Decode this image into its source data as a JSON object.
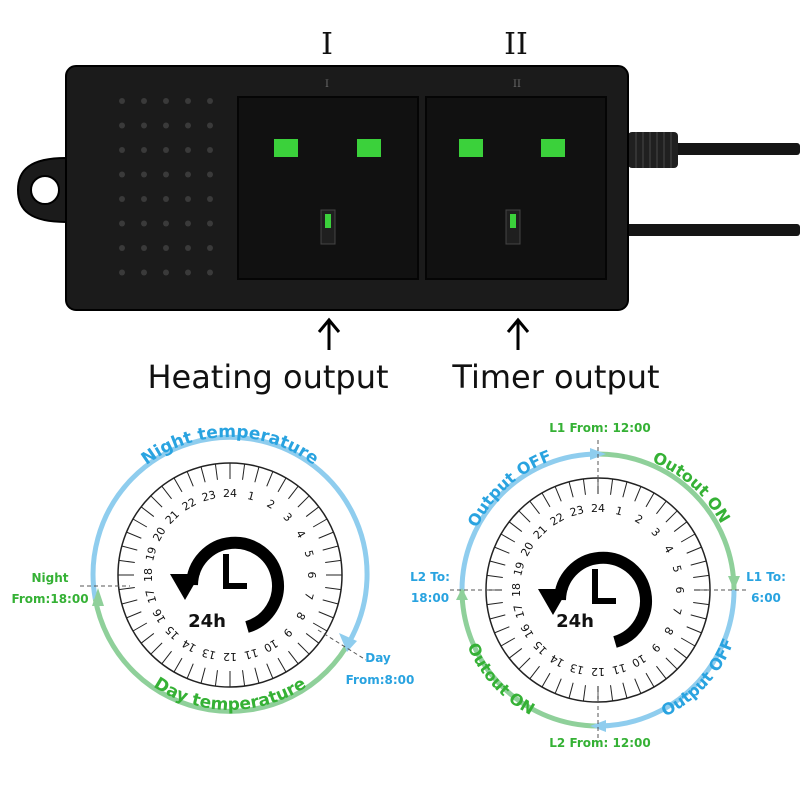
{
  "product": {
    "socket_numerals": [
      "I",
      "II"
    ],
    "outputs": [
      "Heating output",
      "Timer output"
    ]
  },
  "colors": {
    "housing": "#1b1b1b",
    "socket_face": "#111111",
    "led_green": "#3bd13b",
    "blue_arc": "#8fcdee",
    "green_arc": "#8fd09a",
    "blue_text": "#29a3e0",
    "green_text": "#35b135"
  },
  "dial_left": {
    "center_label": "24h",
    "hours": [
      "24",
      "1",
      "2",
      "3",
      "4",
      "5",
      "6",
      "7",
      "8",
      "9",
      "10",
      "11",
      "12",
      "13",
      "14",
      "15",
      "16",
      "17",
      "18",
      "19",
      "20",
      "21",
      "22",
      "23"
    ],
    "arc_top_label": "Night temperature",
    "arc_bottom_label": "Day temperature",
    "night_title": "Night",
    "night_from": "From:18:00",
    "day_title": "Day",
    "day_from": "From:8:00"
  },
  "dial_right": {
    "center_label": "24h",
    "hours": [
      "24",
      "1",
      "2",
      "3",
      "4",
      "5",
      "6",
      "7",
      "8",
      "9",
      "10",
      "11",
      "12",
      "13",
      "14",
      "15",
      "16",
      "17",
      "18",
      "19",
      "20",
      "21",
      "22",
      "23"
    ],
    "l1_from": "L1 From: 12:00",
    "l1_to_title": "L1 To:",
    "l1_to_time": "6:00",
    "l2_to_title": "L2 To:",
    "l2_to_time": "18:00",
    "l2_from": "L2 From: 12:00",
    "arc_output_off_top": "Output OFF",
    "arc_outout_on_top": "Outout ON",
    "arc_output_off_bottom": "Output OFF",
    "arc_outout_on_bottom": "Outout ON"
  }
}
